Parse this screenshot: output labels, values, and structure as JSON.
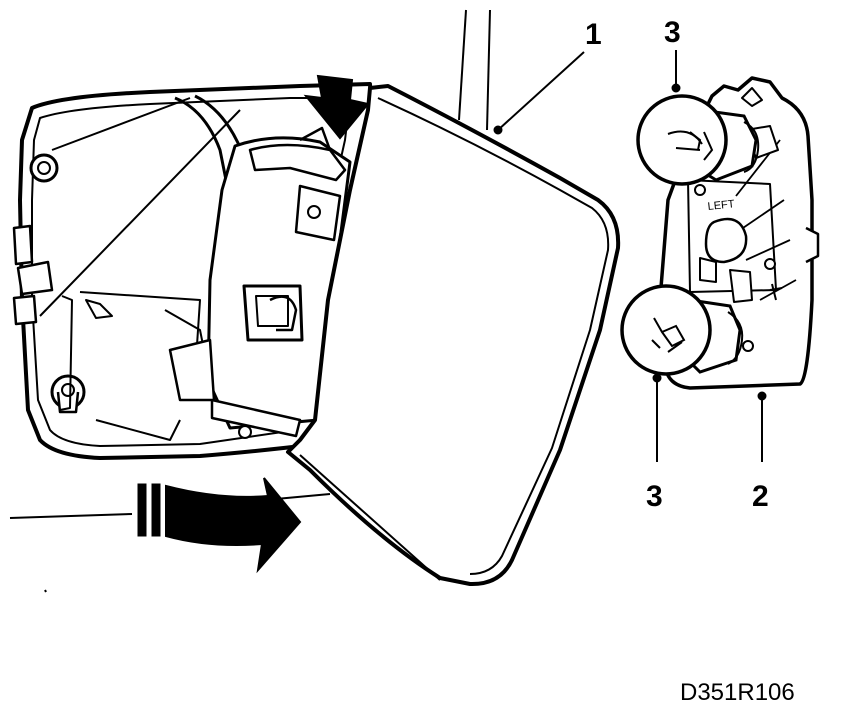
{
  "callouts": {
    "cover": "1",
    "lamp_holder": "2",
    "bulb_top": "3",
    "bulb_bottom": "3"
  },
  "board_marking": "LEFT",
  "figure_code": "D351R106",
  "colors": {
    "line": "#000000",
    "background": "#ffffff"
  }
}
